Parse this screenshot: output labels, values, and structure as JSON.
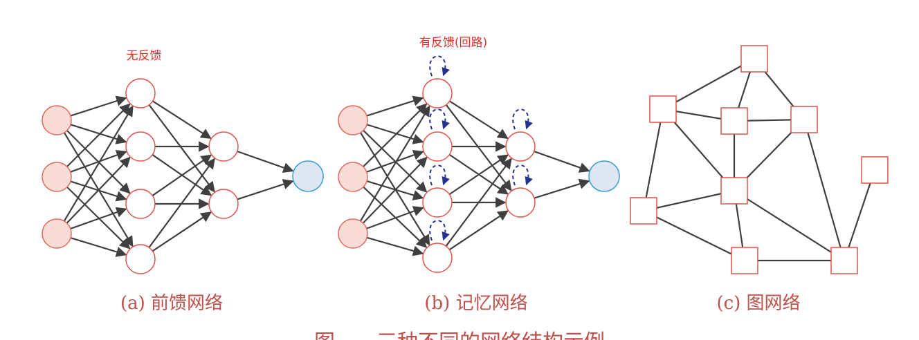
{
  "panel_a": {
    "annotation": "无反馈",
    "caption": "(a) 前馈网络"
  },
  "panel_b": {
    "annotation": "有反馈(回路)",
    "caption": "(b) 记忆网络"
  },
  "panel_c": {
    "caption": "(c) 图网络"
  },
  "figure_caption": "图……三种不同的网络结构示例",
  "colors": {
    "input_fill": "#f9dcd6",
    "node_stroke": "#e0524a",
    "output_fill": "#dfe7f4",
    "output_stroke": "#3a9fd0",
    "edge": "#3f3f3f",
    "loop": "#23308f",
    "label_red": "#e0302a",
    "caption": "#c0504a"
  }
}
